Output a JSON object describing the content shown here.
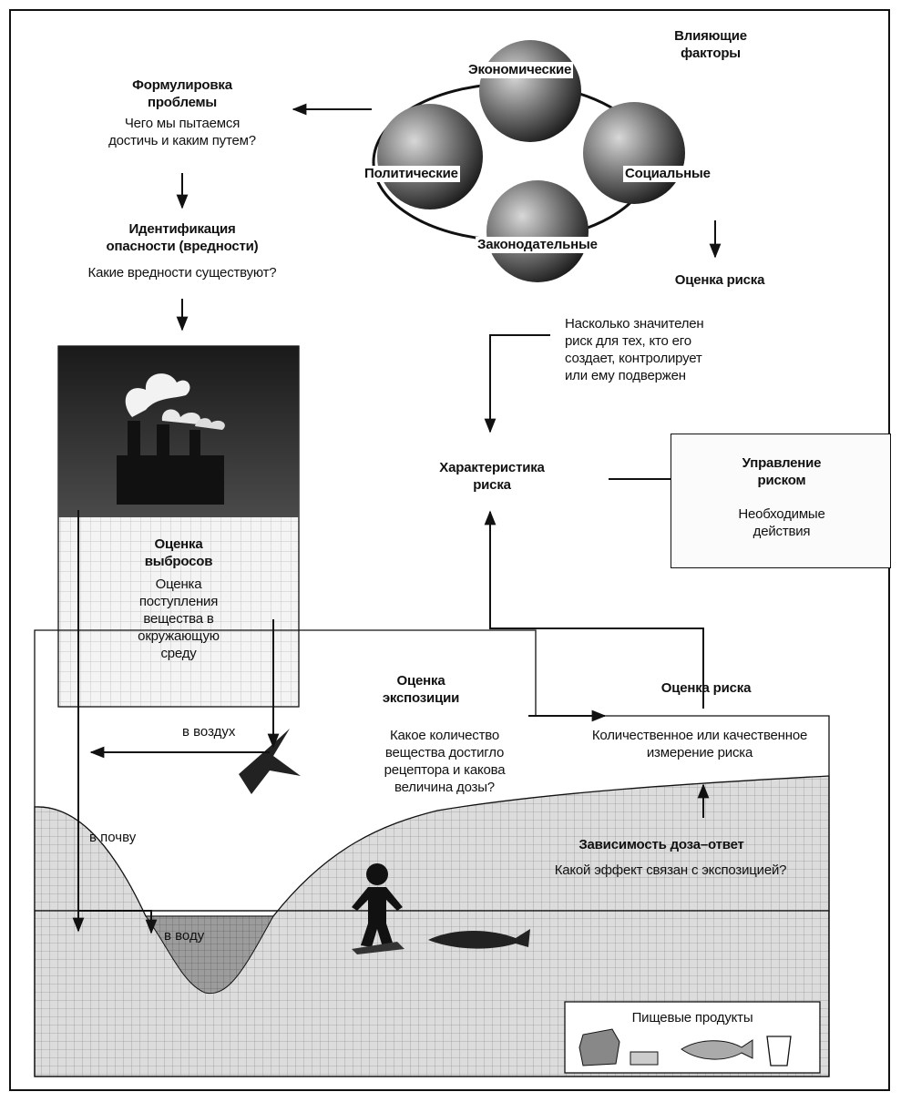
{
  "factors": {
    "title": "Влияющие\nфакторы",
    "economic": "Экономические",
    "political": "Политические",
    "social": "Социальные",
    "legislative": "Законодательные"
  },
  "problem": {
    "title": "Формулировка\nпроблемы",
    "question": "Чего  мы пытаемся\nдостичь и каким путем?"
  },
  "hazard": {
    "title": "Идентификация\nопасности (вредности)",
    "question": "Какие вредности существуют?"
  },
  "risk_eval_top": {
    "title": "Оценка риска",
    "question": "Насколько значителен\nриск для тех, кто его\nсоздает, контролирует\nили ему подвержен"
  },
  "risk_char": {
    "title": "Характеристика\nриска"
  },
  "risk_mgmt": {
    "title": "Управление\nриском",
    "text": "Необходимые\nдействия"
  },
  "emissions": {
    "title": "Оценка\nвыбросов",
    "text": "Оценка\nпоступления\nвещества в\nокружающую\nсреду"
  },
  "exposure": {
    "title": "Оценка\nэкспозиции",
    "question": "Какое количество\nвещества достигло\nрецептора и какова\nвеличина дозы?"
  },
  "risk_eval_bottom": {
    "title": "Оценка риска",
    "text": "Количественное или качественное\nизмерение риска"
  },
  "dose_response": {
    "title": "Зависимость доза–ответ",
    "question": "Какой эффект связан с экспозицией?"
  },
  "pathways": {
    "air": "в воздух",
    "soil": "в почву",
    "water": "в воду"
  },
  "food": {
    "title": "Пищевые продукты"
  }
}
